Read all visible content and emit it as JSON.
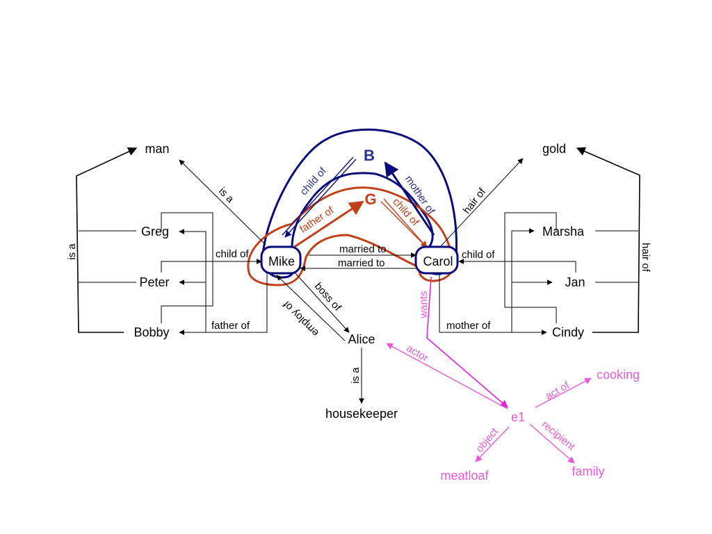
{
  "nodes": {
    "man": "man",
    "greg": "Greg",
    "peter": "Peter",
    "bobby": "Bobby",
    "mike": "Mike",
    "carol": "Carol",
    "alice": "Alice",
    "housekeeper": "housekeeper",
    "gold": "gold",
    "marsha": "Marsha",
    "jan": "Jan",
    "cindy": "Cindy",
    "e1": "e1",
    "cooking": "cooking",
    "meatloaf": "meatloaf",
    "family": "family"
  },
  "contexts": {
    "b": "B",
    "g": "G"
  },
  "relations": {
    "is_a_left": "is a",
    "is_a_mike": "is a",
    "is_a_alice": "is a",
    "child_of_left": "child of",
    "father_of_left": "father of",
    "married_to_1": "married to",
    "married_to_2": "married to",
    "boss_of": "boss of",
    "employ_of": "employ of",
    "child_of_b": "child of",
    "mother_of_b": "mother of",
    "father_of_g": "father of",
    "child_of_g": "child of",
    "hair_of_top": "hair  of",
    "hair_of_right": "hair  of",
    "child_of_right": "child of",
    "mother_of_right": "mother of",
    "wants": "wants",
    "actor": "actor",
    "act_of": "act of",
    "object": "object",
    "recipient": "recipient"
  },
  "colors": {
    "black": "#000000",
    "navy": "#0a0a7a",
    "rust": "#c0401a",
    "pink": "#e85ad8",
    "magenta": "#e020e0"
  }
}
